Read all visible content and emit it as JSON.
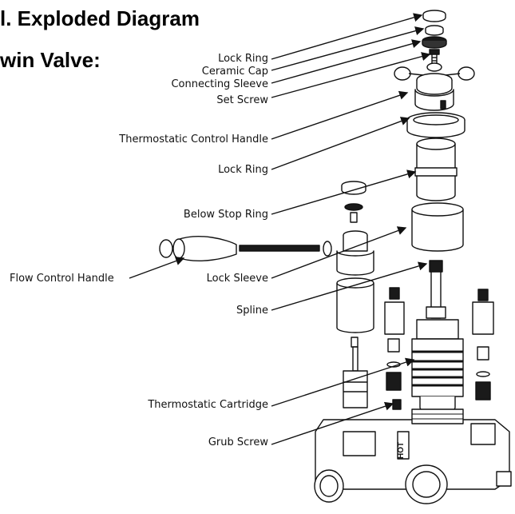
{
  "heading": {
    "title": "l. Exploded Diagram",
    "subtitle": "win Valve:"
  },
  "callouts": {
    "lock_ring_top": "Lock Ring",
    "ceramic_cap": "Ceramic Cap",
    "connecting_sleeve": "Connecting Sleeve",
    "set_screw": "Set Screw",
    "thermostatic_control_handle": "Thermostatic Control Handle",
    "lock_ring": "Lock Ring",
    "below_stop_ring": "Below Stop Ring",
    "flow_control_handle": "Flow Control Handle",
    "lock_sleeve": "Lock Sleeve",
    "spline": "Spline",
    "thermostatic_cartridge": "Thermostatic Cartridge",
    "grub_screw": "Grub Screw"
  },
  "body_label": "HOT",
  "colors": {
    "ink": "#111111",
    "part_fill": "#ffffff",
    "dark_fill": "#1a1a1a"
  }
}
